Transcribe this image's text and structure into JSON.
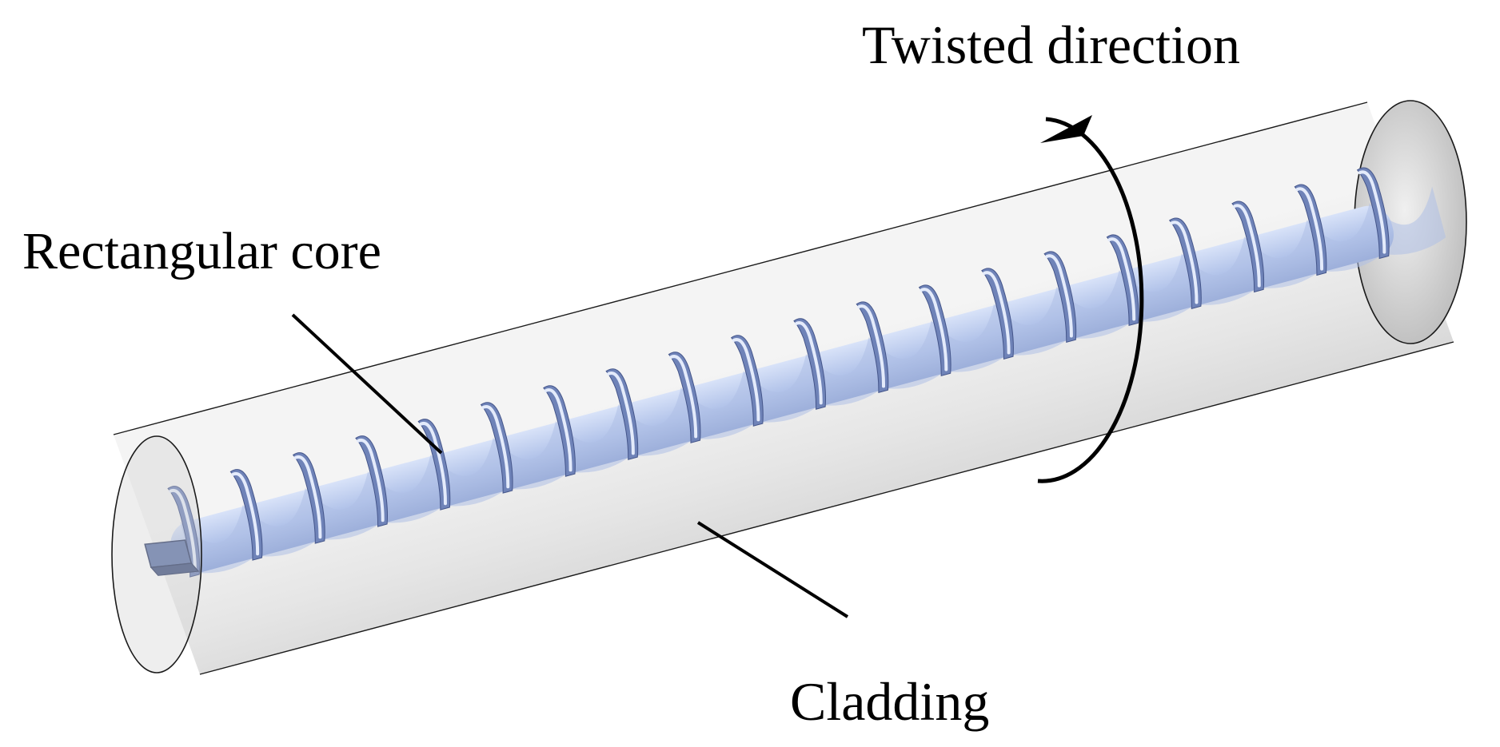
{
  "labels": {
    "twisted_direction": "Twisted direction",
    "rectangular_core": "Rectangular core",
    "cladding": "Cladding"
  },
  "colors": {
    "cladding_fill": "#dcdcdc",
    "cladding_outline": "#1a1a1a",
    "core_fill": "#aebfe6",
    "core_shadow": "#6f83b8",
    "core_highlight": "#e4ebfb",
    "leader_line": "#000000",
    "arrow": "#000000"
  },
  "diagram": {
    "helix_turns": 20
  }
}
